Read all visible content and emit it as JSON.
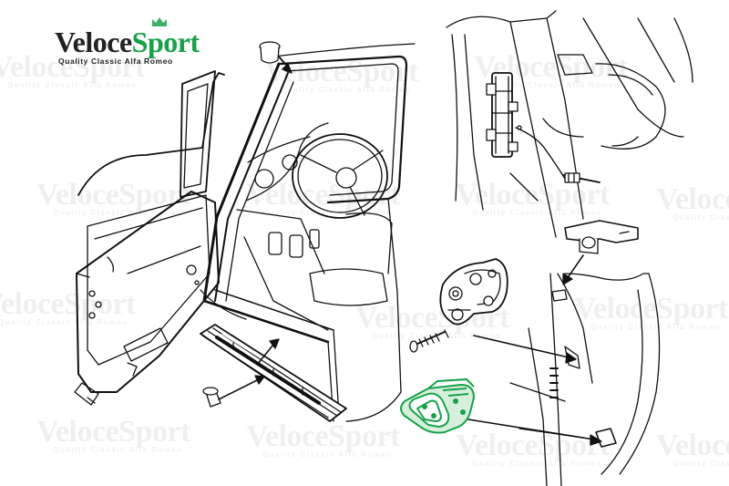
{
  "logo": {
    "brand_a": "Veloce",
    "brand_b": "Sport",
    "tagline": "Quality Classic Alfa Romeo",
    "brand_color": "#17a24a",
    "text_color": "#222222"
  },
  "watermark": {
    "text": "VeloceSport",
    "sub": "Quality Classic Alfa Romeo"
  },
  "colors": {
    "line": "#111111",
    "highlight": "#17a24a",
    "highlight_fill": "#d6efdc"
  }
}
